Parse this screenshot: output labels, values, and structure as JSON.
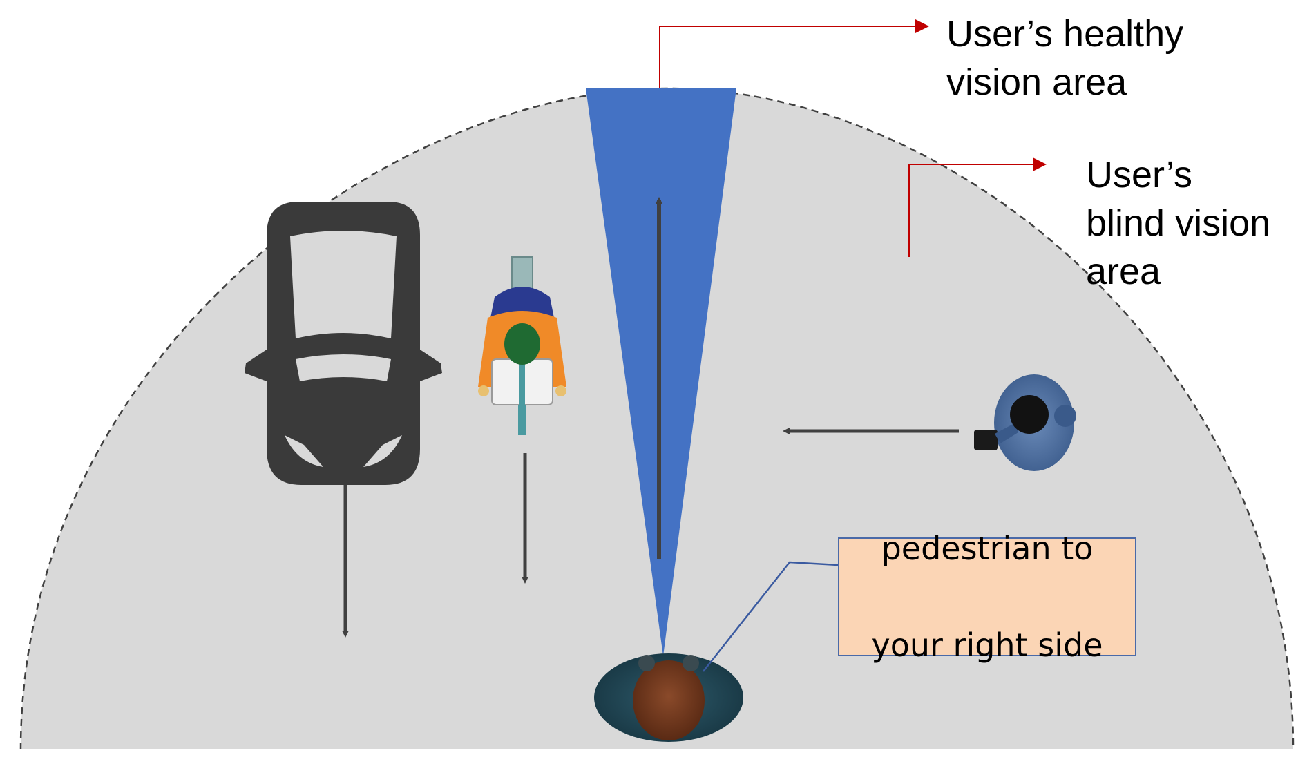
{
  "labels": {
    "healthy_line1": "User’s healthy",
    "healthy_line2": "vision area",
    "blind_line1": "User’s",
    "blind_line2": "blind vision",
    "blind_line3": "area"
  },
  "alert": {
    "line1": "pedestrian to",
    "line2": "your right side"
  },
  "colors": {
    "field": "#d9d9d9",
    "vision_cone": "#4472c4",
    "pointer": "#c00000",
    "alert_bg": "#fbd5b5",
    "alert_border": "#4a6aa8",
    "arrow": "#404040",
    "car": "#3a3a3a"
  },
  "icons": [
    "car-icon",
    "cyclist-icon",
    "pedestrian-icon",
    "user-icon"
  ]
}
